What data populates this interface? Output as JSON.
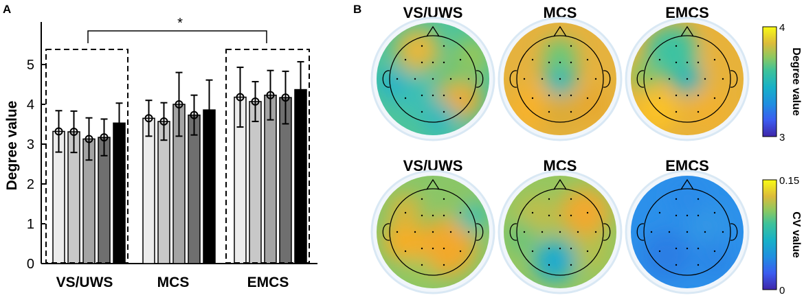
{
  "panel_a_label": "A",
  "panel_b_label": "B",
  "chart_data": [
    {
      "type": "bar",
      "ylabel": "Degree value",
      "ylim": [
        0,
        5.8
      ],
      "yticks": [
        "0",
        "1",
        "2",
        "3",
        "4",
        "5"
      ],
      "categories": [
        "VS/UWS",
        "MCS",
        "EMCS"
      ],
      "bar_colors": [
        "#ececec",
        "#c8c8c8",
        "#a4a4a4",
        "#6f6f6f",
        "#000000"
      ],
      "series": [
        {
          "values": [
            3.32,
            3.65,
            4.18
          ],
          "errors": [
            0.52,
            0.45,
            0.75
          ],
          "marker": true
        },
        {
          "values": [
            3.31,
            3.57,
            4.07
          ],
          "errors": [
            0.52,
            0.47,
            0.5
          ],
          "marker": true
        },
        {
          "values": [
            3.13,
            4.0,
            4.23
          ],
          "errors": [
            0.53,
            0.8,
            0.62
          ],
          "marker": true
        },
        {
          "values": [
            3.17,
            3.73,
            4.17
          ],
          "errors": [
            0.46,
            0.5,
            0.66
          ],
          "marker": true
        },
        {
          "values": [
            3.53,
            3.86,
            4.37
          ],
          "errors": [
            0.5,
            0.75,
            0.7
          ],
          "marker": false
        }
      ],
      "significance": {
        "from": "VS/UWS",
        "to": "EMCS",
        "label": "*"
      },
      "highlight_boxes": [
        "VS/UWS",
        "EMCS"
      ]
    },
    {
      "type": "heatmap",
      "rows": [
        {
          "titles": [
            "VS/UWS",
            "MCS",
            "EMCS"
          ],
          "colorbar": {
            "label": "Degree value",
            "min_label": "3",
            "max_label": "4",
            "min": 3,
            "max": 4
          }
        },
        {
          "titles": [
            "VS/UWS",
            "MCS",
            "EMCS"
          ],
          "colorbar": {
            "label": "CV value",
            "min_label": "0",
            "max_label": "0.15",
            "min": 0,
            "max": 0.15
          }
        }
      ]
    }
  ]
}
